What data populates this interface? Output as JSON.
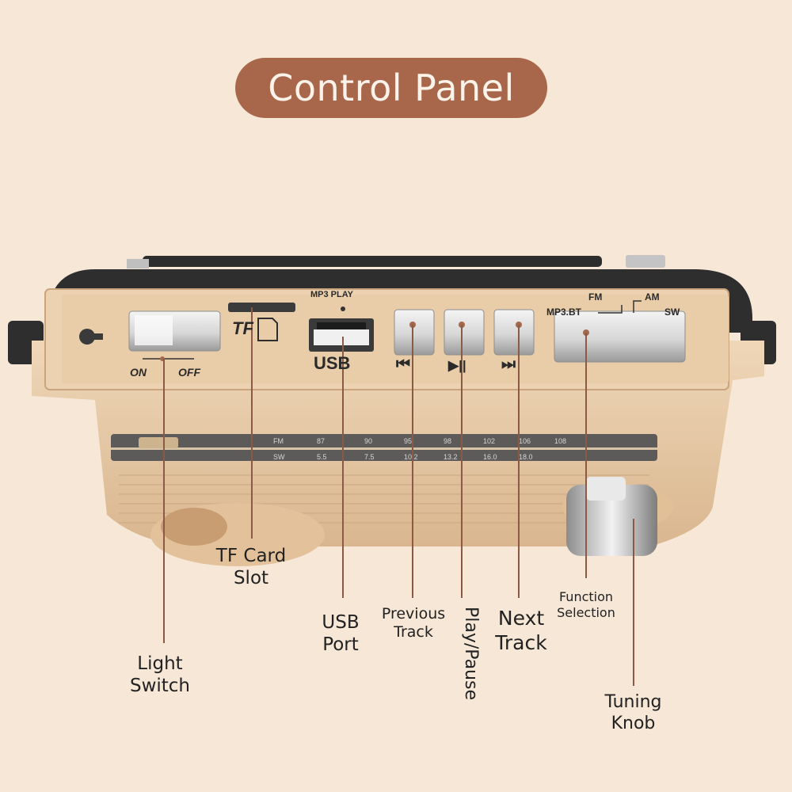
{
  "title": "Control Panel",
  "panel": {
    "mp3_play": "MP3 PLAY",
    "tf": "TF",
    "usb": "USB",
    "on": "ON",
    "off": "OFF",
    "prev_symbol": "⏮",
    "play_symbol": "▶||",
    "next_symbol": "⏭",
    "mode_mp3bt": "MP3.BT",
    "mode_fm": "FM",
    "mode_am": "AM",
    "mode_sw": "SW"
  },
  "callouts": {
    "tf_card_slot": "TF Card\nSlot",
    "usb_port": "USB\nPort",
    "previous_track": "Previous\nTrack",
    "play_pause": "Play/Pause",
    "next_track": "Next\nTrack",
    "function_selection": "Function\nSelection",
    "light_switch": "Light\nSwitch",
    "tuning_knob": "Tuning\nKnob"
  },
  "colors": {
    "background": "#f6e7d6",
    "title_pill": "#a8674a",
    "radio_body": "#e7c9a6",
    "leader_line": "#8a5a44"
  }
}
